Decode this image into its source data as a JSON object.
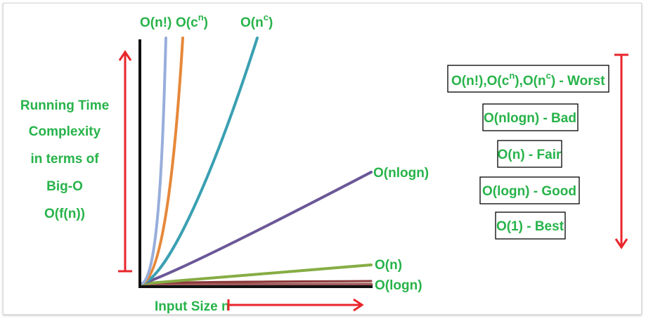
{
  "y_axis_title": [
    "Running Time",
    "Complexity",
    "in terms of",
    "Big-O",
    "O(f(n))"
  ],
  "x_axis_title": "Input Size n",
  "curve_labels": {
    "factorial": "O(n!)",
    "exponential": {
      "base": "O(c",
      "sup": "n",
      "close": ")"
    },
    "polynomial": {
      "base": "O(n",
      "sup": "c",
      "close": ")"
    },
    "nlogn": "O(nlogn)",
    "linear": "O(n)",
    "logn": "O(logn)"
  },
  "legend": {
    "worst": {
      "p1": "O(n!),O(c",
      "s1": "n",
      "p2": "),O(n",
      "s2": "c",
      "p3": ") - Worst"
    },
    "bad": "O(nlogn) - Bad",
    "fair": "O(n) - Fair",
    "good": "O(logn) - Good",
    "best": "O(1) - Best"
  },
  "colors": {
    "label_green": "#27b34a",
    "arrow_red": "#e8262b",
    "factorial": "#98aedb",
    "exponential": "#e6883a",
    "polynomial": "#3aa0b2",
    "nlogn": "#6a5797",
    "linear": "#86ad44",
    "logn": "#8c3a3a",
    "constant": "#a05a5a"
  }
}
